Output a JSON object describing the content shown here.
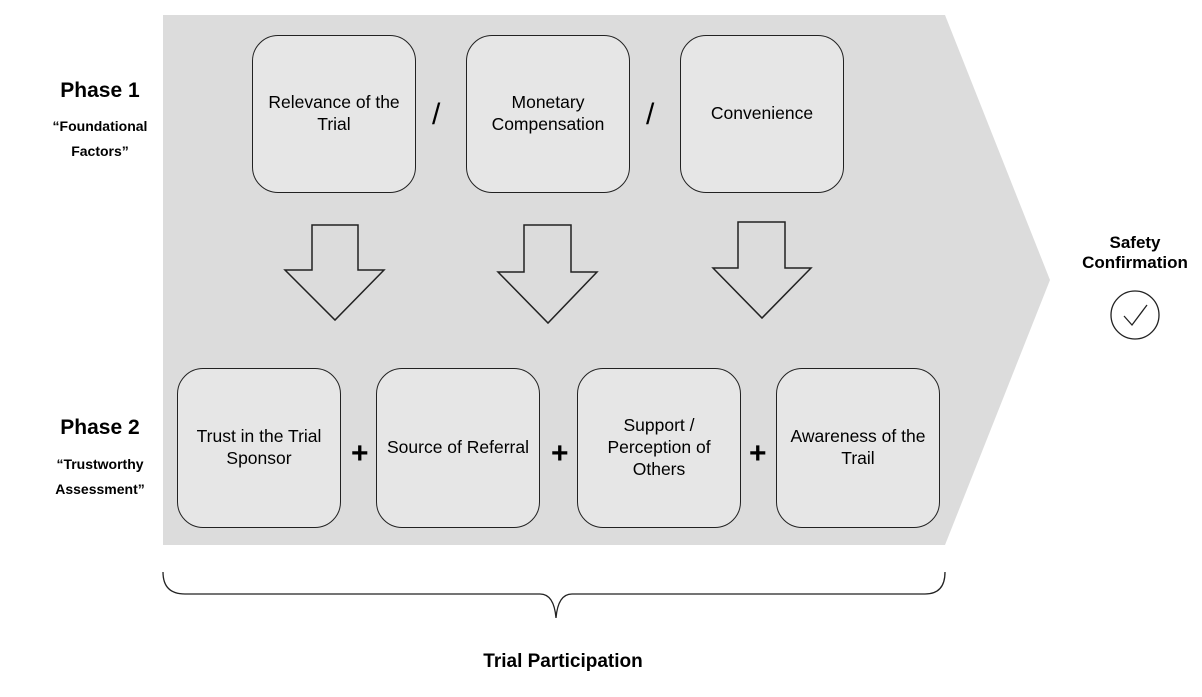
{
  "phase1": {
    "title": "Phase 1",
    "subtitle": "“Foundational Factors”"
  },
  "phase2": {
    "title": "Phase 2",
    "subtitle": "“Trustworthy Assessment”"
  },
  "phase1_boxes": [
    "Relevance of the Trial",
    "Monetary Compensation",
    "Convenience"
  ],
  "phase1_separator": "/",
  "phase2_boxes": [
    "Trust in the Trial Sponsor",
    "Source of Referral",
    "Support / Perception of Others",
    "Awareness of the Trail"
  ],
  "phase2_separator": "+",
  "safety": {
    "label": "Safety Confirmation",
    "icon": "check-circle-icon"
  },
  "outcome": {
    "label": "Trial Participation"
  },
  "colors": {
    "panel": "#dcdcdc",
    "box": "#e6e6e6",
    "stroke": "#222222"
  }
}
